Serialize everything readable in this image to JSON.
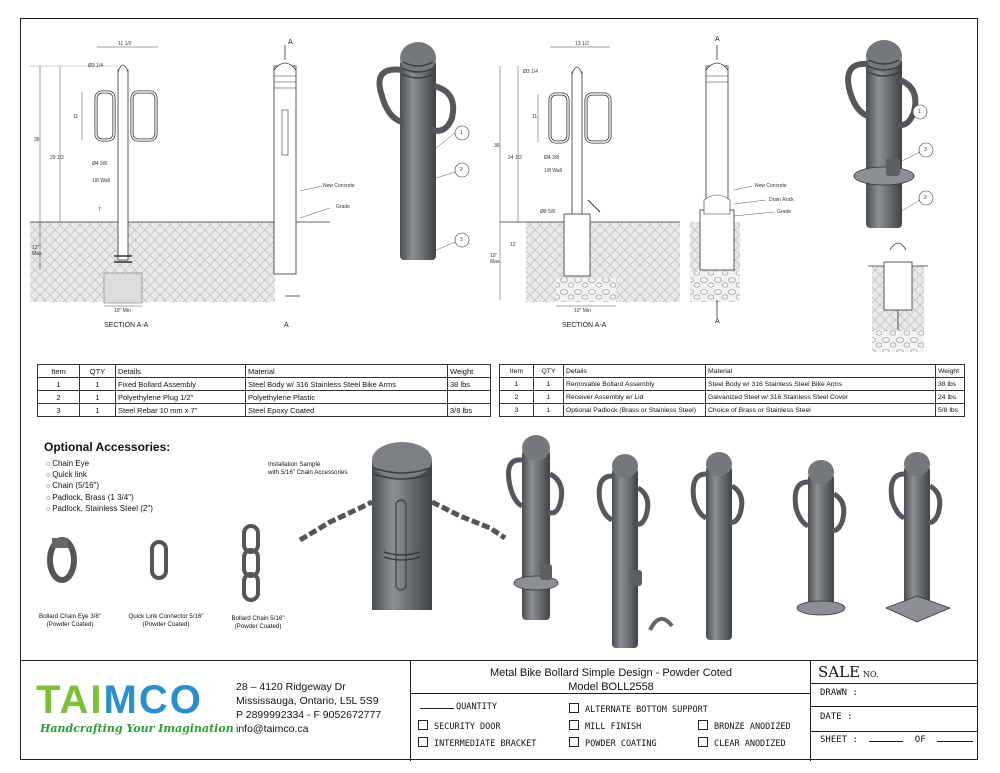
{
  "drawing": {
    "dims_left": {
      "width": "11 1/2",
      "arm_dia": "Ø3 1/4",
      "arm_height": "11",
      "overall": "36",
      "above_grade": "29 1/2",
      "pipe_dia": "Ø4 3/8",
      "wall": "1/8 Wall",
      "seven": "7",
      "below": "12\" Max.",
      "footing": "10\" Min"
    },
    "dims_right": {
      "width": "13 1/2",
      "arm_dia": "Ø3 1/4",
      "arm_height": "11",
      "overall": "36",
      "above_grade": "24 1/2",
      "pipe_dia": "Ø4 3/8",
      "wall": "1/8 Wall",
      "base_dia": "Ø8 5/8",
      "twelve": "12",
      "below": "10\" Max.",
      "footing": "10\" Min"
    },
    "callouts_left": {
      "concrete": "New Concrete",
      "grade": "Grade",
      "section": "SECTION A-A",
      "a": "A"
    },
    "callouts_right": {
      "concrete": "New Concrete",
      "drain": "Drain Rock",
      "grade": "Grade",
      "section": "SECTION A-A",
      "a": "A"
    },
    "balloons": [
      "1",
      "2",
      "3"
    ]
  },
  "table_left": {
    "headers": [
      "Item",
      "QTY",
      "Details",
      "Material",
      "Weight"
    ],
    "rows": [
      [
        "1",
        "1",
        "Fixed Bollard Assembly",
        "Steel Body w/ 316 Stainless Steel Bike Arms",
        "38 lbs"
      ],
      [
        "2",
        "1",
        "Polyethylene Plug 1/2\"",
        "Polyethylene Plastic",
        ""
      ],
      [
        "3",
        "1",
        "Steel Rebar 10 mm x 7\"",
        "Steel Epoxy Coated",
        "3/8 lbs"
      ]
    ]
  },
  "table_right": {
    "headers": [
      "Item",
      "QTY",
      "Details",
      "Material",
      "Weight"
    ],
    "rows": [
      [
        "1",
        "1",
        "Removable Bollard Assembly",
        "Steel Body w/ 316 Stainless Steel Bike Arms",
        "38 lbs"
      ],
      [
        "2",
        "1",
        "Receiver Assembly w/ Lid",
        "Galvanized Steel w/ 316 Stainless Steel Cover",
        "24 lbs"
      ],
      [
        "3",
        "1",
        "Optional Padlock (Brass or Stainless Steel)",
        "Choice of Brass or Stainless Steel",
        "5/8 lbs"
      ]
    ]
  },
  "accessories": {
    "title": "Optional Accessories:",
    "items": [
      "Chain Eye",
      "Quick link",
      "Chain (5/16\")",
      "Padlock, Brass (1 3/4\")",
      "Padlock, Stainless Steel (2\")"
    ],
    "install_note": "Installation Sample\nwith 5/16\" Chain Accessories",
    "captions": {
      "eye": "Bollard Chain Eye 3/8\"\n(Powder Coated)",
      "link": "Quick Link Connector 5/16\"\n(Powder Coated)",
      "chain": "Bollard Chain 5/16\"\n(Powder Coated)"
    }
  },
  "title_block": {
    "logo": "TAIMCO",
    "tagline": "Handcrafting Your Imagination",
    "address": [
      "28 – 4120 Ridgeway Dr",
      "Mississauga, Ontario, L5L 5S9",
      "P 2899992334 - F 9052672777",
      "info@taimco.ca"
    ],
    "project_title": "Metal Bike Bollard Simple Design - Powder Coted",
    "model": "Model BOLL2558",
    "quantity_label": "QUANTITY",
    "options": {
      "security_door": "SECURITY DOOR",
      "intermediate_bracket": "INTERMEDIATE BRACKET",
      "alternate_bottom": "ALTERNATE BOTTOM SUPPORT",
      "mill_finish": "MILL FINISH",
      "powder_coating": "POWDER COATING",
      "bronze": "BRONZE ANODIZED",
      "clear": "CLEAR ANODIZED"
    },
    "sale": "SALE",
    "no": "NO.",
    "drawn": "DRAWN :",
    "date": "DATE :",
    "sheet": "SHEET :",
    "of": "OF"
  },
  "colors": {
    "logo_green": "#7cbf3a",
    "logo_blue": "#2b8fc9",
    "tagline": "#2e9a3a",
    "metal": "#6a6d70"
  }
}
